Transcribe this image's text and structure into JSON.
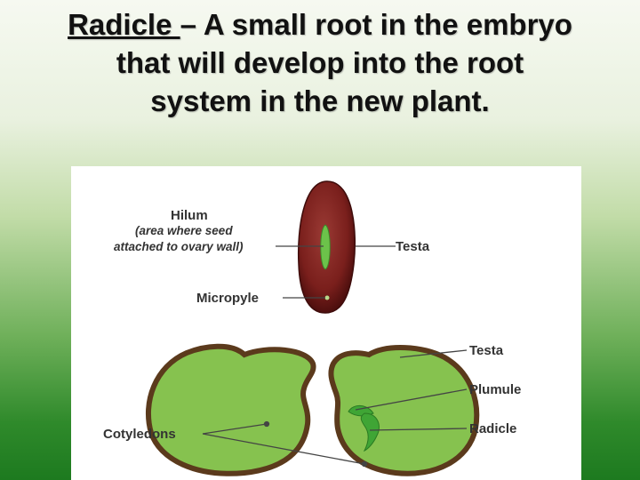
{
  "slide": {
    "term": "Radicle ",
    "definition_line1": "– A small root in the embryo",
    "definition_line2": "that will develop into the root",
    "definition_line3": "system in the new plant."
  },
  "diagram": {
    "labels": {
      "hilum": "Hilum",
      "hilum_note_1": "(area where seed",
      "hilum_note_2": "attached to ovary wall)",
      "testa_top": "Testa",
      "micropyle": "Micropyle",
      "testa_bottom": "Testa",
      "plumule": "Plumule",
      "radicle": "Radicle",
      "cotyledons": "Cotyledons"
    },
    "colors": {
      "seed_coat": "#7a1f1c",
      "seed_coat_dark": "#4e0f0e",
      "cotyledon_fill": "#86c24f",
      "cotyledon_edge": "#5b3a1c",
      "embryo": "#3fa535",
      "hilum_green": "#6cc24a"
    }
  }
}
